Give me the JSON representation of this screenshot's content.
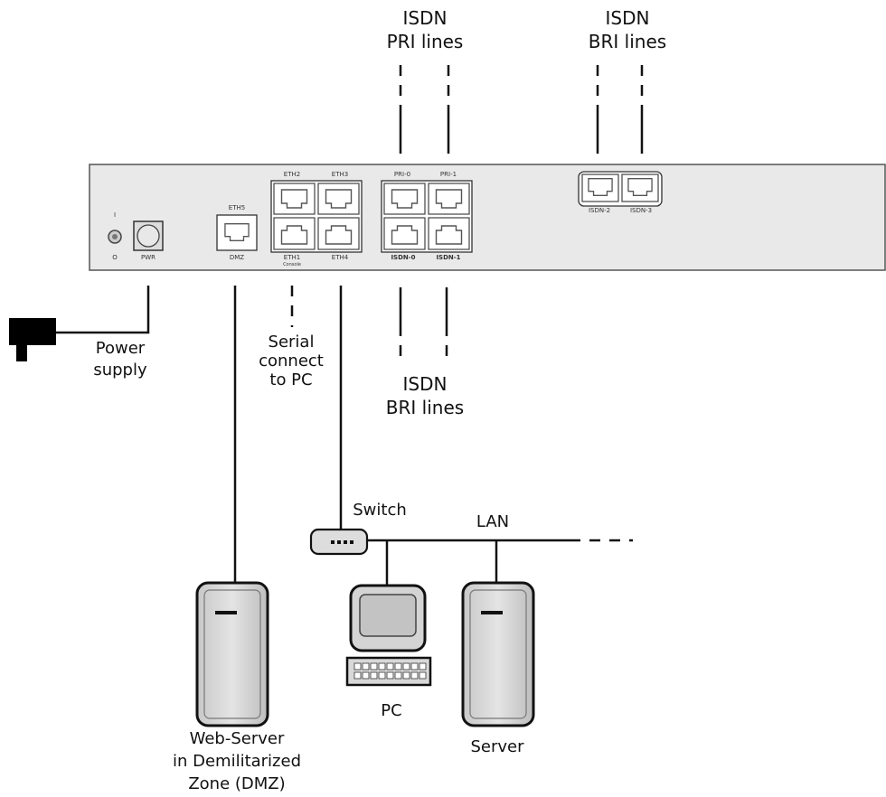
{
  "top_labels": {
    "pri_title": [
      "ISDN",
      "PRI lines"
    ],
    "bri_top_title": [
      "ISDN",
      "BRI lines"
    ]
  },
  "device": {
    "switch_marks": [
      "I",
      "O"
    ],
    "pwr": "PWR",
    "eth5": "ETH5",
    "dmz": "DMZ",
    "eth2": "ETH2",
    "eth3": "ETH3",
    "eth1": "ETH1",
    "console": "Console",
    "eth4": "ETH4",
    "pri0": "PRI-0",
    "pri1": "PRI-1",
    "isdn0": "ISDN-0",
    "isdn1": "ISDN-1",
    "isdn2": "ISDN-2",
    "isdn3": "ISDN-3"
  },
  "labels": {
    "power_supply": [
      "Power",
      "supply"
    ],
    "serial": [
      "Serial",
      "connect",
      "to PC"
    ],
    "bri_bottom_title": [
      "ISDN",
      "BRI lines"
    ],
    "switch": "Switch",
    "lan": "LAN",
    "pc": "PC",
    "server": "Server",
    "web_server": [
      "Web-Server",
      "in Demilitarized",
      "Zone (DMZ)"
    ]
  },
  "colors": {
    "device_body": "#e8e8e8",
    "device_border": "#555555",
    "server_fill": "#d4d4d4",
    "line": "#111111"
  }
}
